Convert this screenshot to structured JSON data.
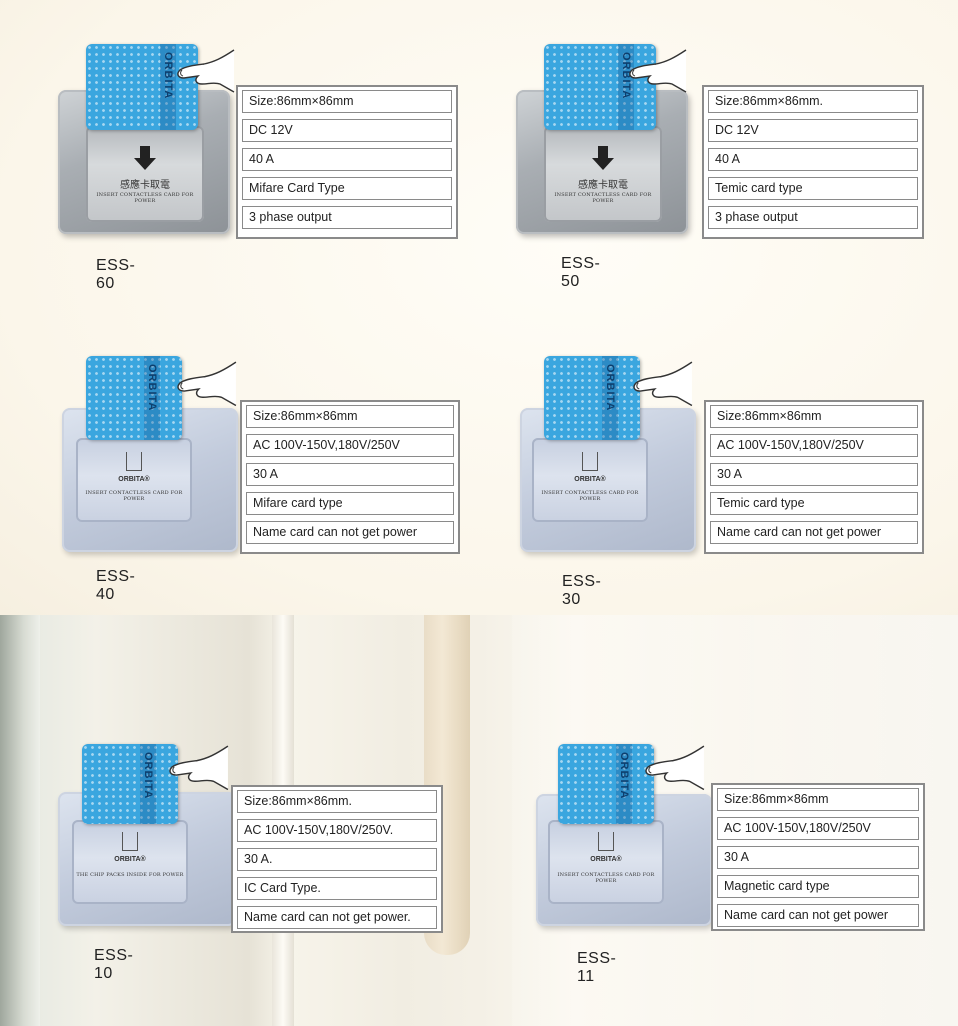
{
  "products": [
    {
      "model": "ESS-60",
      "specs": [
        "Size:86mm×86mm",
        "DC 12V",
        "40 A",
        "Mifare Card Type",
        "3 phase output"
      ],
      "card_brand": "ORBITA"
    },
    {
      "model": "ESS-50",
      "specs": [
        "Size:86mm×86mm.",
        "DC 12V",
        "40 A",
        "Temic card  type",
        "3 phase output"
      ],
      "card_brand": "ORBITA"
    },
    {
      "model": "ESS-40",
      "specs": [
        "Size:86mm×86mm",
        "AC 100V-150V,180V/250V",
        "30 A",
        "Mifare card  type",
        "Name card can not get power"
      ],
      "card_brand": "ORBITA",
      "face_brand": "ORBITA®",
      "face_text": "INSERT CONTACTLESS CARD FOR POWER"
    },
    {
      "model": "ESS-30",
      "specs": [
        "Size:86mm×86mm",
        "AC 100V-150V,180V/250V",
        "30 A",
        "Temic card  type",
        "Name card can not get power"
      ],
      "card_brand": "ORBITA",
      "face_brand": "ORBITA®",
      "face_text": "INSERT CONTACTLESS CARD FOR POWER"
    },
    {
      "model": "ESS-10",
      "specs": [
        "Size:86mm×86mm.",
        "AC 100V-150V,180V/250V.",
        "30 A.",
        "IC Card Type.",
        "Name card can not get power."
      ],
      "card_brand": "ORBITA",
      "face_brand": "ORBITA®",
      "face_text": "THE CHIP PACKS INSIDE FOR POWER"
    },
    {
      "model": "ESS-11",
      "specs": [
        "Size:86mm×86mm",
        "AC 100V-150V,180V/250V",
        "30 A",
        "Magnetic card  type",
        "Name card can not get power"
      ],
      "card_brand": "ORBITA",
      "face_brand": "ORBITA®",
      "face_text": "INSERT CONTACTLESS CARD FOR POWER"
    }
  ],
  "legacy_face": {
    "cn_text": "感應卡取電",
    "en_text": "INSERT CONTACTLESS CARD FOR POWER"
  },
  "colors": {
    "card_blue": "#3aa6df",
    "spec_border": "#8a8a8a"
  },
  "icons": [
    "hand-icon",
    "arrow-down-icon",
    "card-slot-icon"
  ]
}
